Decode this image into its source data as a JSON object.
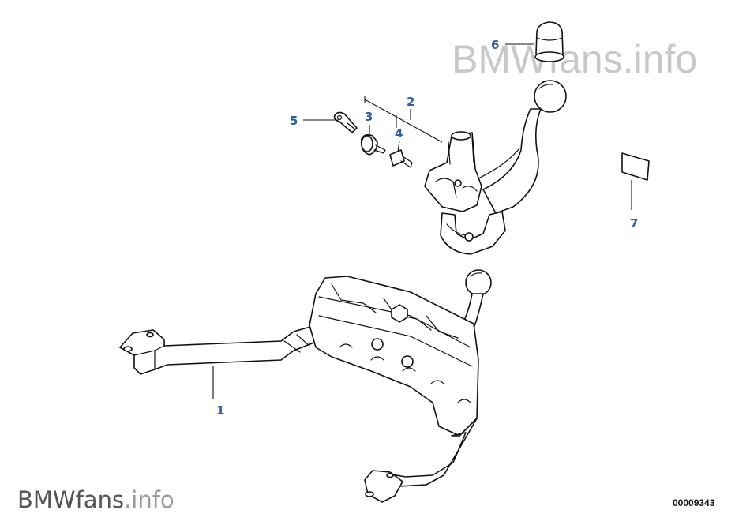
{
  "watermark": {
    "top_brand": "BMWfans",
    "top_suffix": ".info",
    "bottom_brand": "BMWfans",
    "bottom_suffix": ".info"
  },
  "document_number": "00009343",
  "colors": {
    "callout": "#2f5f9e",
    "watermark_top": "#c8c8c8",
    "watermark_bottom_brand": "#555555",
    "watermark_bottom_suffix": "#9a9a9a",
    "lines": "#111111"
  },
  "callouts": [
    {
      "number": "1",
      "part": "tow-hitch-carrier"
    },
    {
      "number": "2",
      "part": "lock-set-bracket"
    },
    {
      "number": "3",
      "part": "lock-cylinder"
    },
    {
      "number": "4",
      "part": "key-tag"
    },
    {
      "number": "5",
      "part": "key"
    },
    {
      "number": "6",
      "part": "ball-cap"
    },
    {
      "number": "7",
      "part": "label"
    }
  ]
}
